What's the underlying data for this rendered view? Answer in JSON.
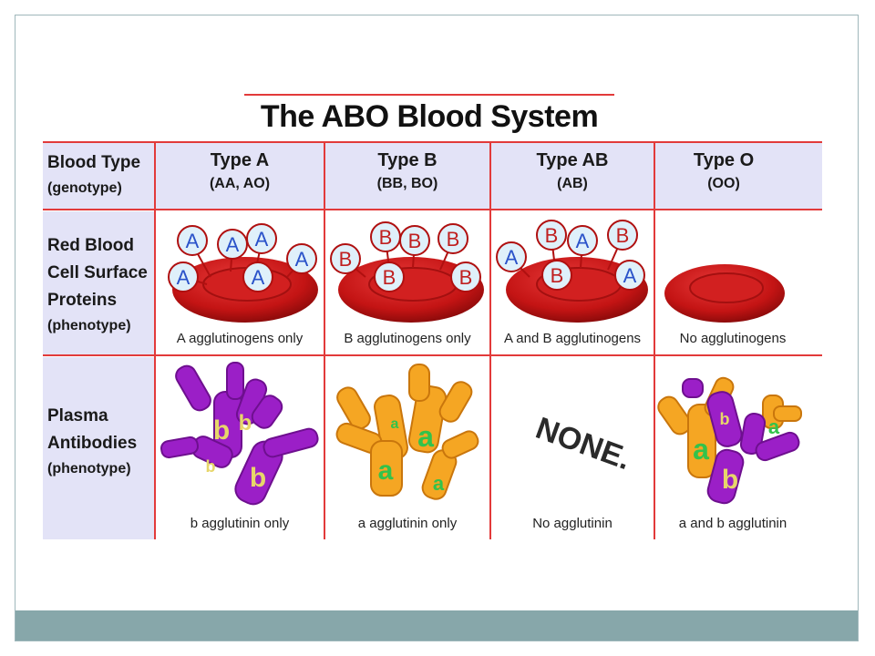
{
  "title": "The ABO Blood System",
  "row_labels": {
    "blood_type": {
      "line1": "Blood Type",
      "line2": "(genotype)"
    },
    "surface": {
      "line1": "Red Blood",
      "line2": "Cell Surface",
      "line3": "Proteins",
      "line4": "(phenotype)"
    },
    "plasma": {
      "line1": "Plasma",
      "line2": "Antibodies",
      "line3": "(phenotype)"
    }
  },
  "types": [
    {
      "name": "Type A",
      "genotype": "(AA, AO)",
      "antigen_caption": "A agglutinogens only",
      "antibody_caption": "b agglutinin only"
    },
    {
      "name": "Type B",
      "genotype": "(BB, BO)",
      "antigen_caption": "B agglutinogens only",
      "antibody_caption": "a agglutinin only"
    },
    {
      "name": "Type AB",
      "genotype": "(AB)",
      "antigen_caption": "A and B agglutinogens",
      "antibody_caption": "No agglutinin"
    },
    {
      "name": "Type O",
      "genotype": "(OO)",
      "antigen_caption": "No agglutinogens",
      "antibody_caption": "a and b agglutinin"
    }
  ],
  "none_text": "NONE.",
  "antigen_letters": {
    "a": "A",
    "b": "B"
  },
  "antibody_letters": {
    "a": "a",
    "b": "b"
  },
  "colors": {
    "grid_line": "#e23a3a",
    "header_band": "#e3e3f7",
    "cell_red": "#cc1a1a",
    "antigen_fill": "#dff0fa",
    "antibody_a": "#f5a623",
    "antibody_b": "#9b1fc7",
    "footer_bar": "#87a7aa"
  }
}
